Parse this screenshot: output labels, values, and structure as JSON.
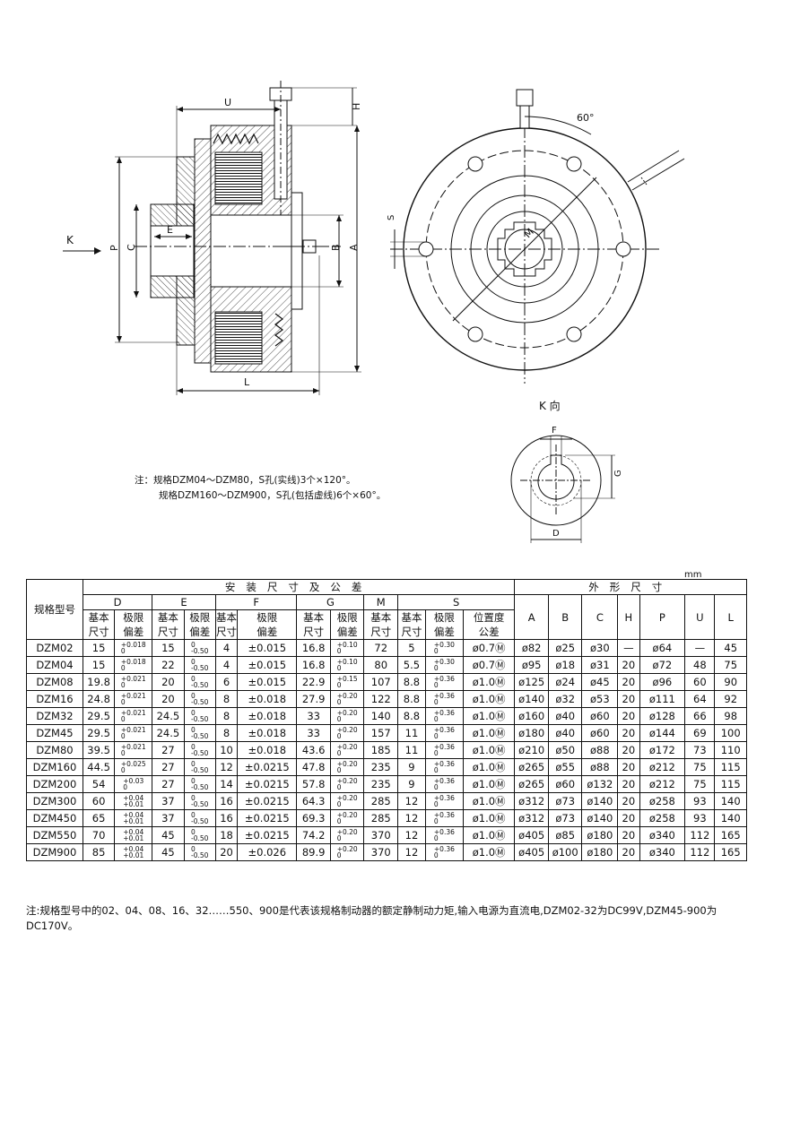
{
  "drawing": {
    "labels": {
      "U": "U",
      "H": "H",
      "K": "K",
      "P": "P",
      "C": "C",
      "E": "E",
      "B": "B",
      "A": "A",
      "L": "L",
      "S": "S",
      "M": "M",
      "F": "F",
      "G": "G",
      "D": "D",
      "angle": "60°",
      "k_view": "K 向"
    }
  },
  "notes": {
    "line1": "注：规格DZM04～DZM80，S孔(实线)3个×120°。",
    "line2": "规格DZM160～DZM900，S孔(包括虚线)6个×60°。"
  },
  "table": {
    "unit": "mm",
    "spec_header": "规格型号",
    "install_header": "安装尺寸及公差",
    "outline_header": "外形尺寸",
    "groups": [
      "D",
      "E",
      "F",
      "G",
      "M",
      "S"
    ],
    "sub": {
      "basic": "基本尺寸",
      "limit": "极限偏差",
      "position": "位置度公差"
    },
    "outline_cols": [
      "A",
      "B",
      "C",
      "H",
      "P",
      "U",
      "L"
    ],
    "rows": [
      {
        "model": "DZM02",
        "D": "15",
        "D_tol": [
          "+0.018",
          "0"
        ],
        "E": "15",
        "E_tol": [
          "0",
          "-0.50"
        ],
        "F": "4",
        "F_tol": "±0.015",
        "G": "16.8",
        "G_tol": [
          "+0.10",
          "0"
        ],
        "M": "72",
        "S": "5",
        "S_tol": [
          "+0.30",
          "0"
        ],
        "pos": "ø0.7Ⓜ",
        "A": "ø82",
        "B": "ø25",
        "C": "ø30",
        "H": "—",
        "P": "ø64",
        "U": "—",
        "L": "45"
      },
      {
        "model": "DZM04",
        "D": "15",
        "D_tol": [
          "+0.018",
          "0"
        ],
        "E": "22",
        "E_tol": [
          "0",
          "-0.50"
        ],
        "F": "4",
        "F_tol": "±0.015",
        "G": "16.8",
        "G_tol": [
          "+0.10",
          "0"
        ],
        "M": "80",
        "S": "5.5",
        "S_tol": [
          "+0.30",
          "0"
        ],
        "pos": "ø0.7Ⓜ",
        "A": "ø95",
        "B": "ø18",
        "C": "ø31",
        "H": "20",
        "P": "ø72",
        "U": "48",
        "L": "75"
      },
      {
        "model": "DZM08",
        "D": "19.8",
        "D_tol": [
          "+0.021",
          "0"
        ],
        "E": "20",
        "E_tol": [
          "0",
          "-0.50"
        ],
        "F": "6",
        "F_tol": "±0.015",
        "G": "22.9",
        "G_tol": [
          "+0.15",
          "0"
        ],
        "M": "107",
        "S": "8.8",
        "S_tol": [
          "+0.36",
          "0"
        ],
        "pos": "ø1.0Ⓜ",
        "A": "ø125",
        "B": "ø24",
        "C": "ø45",
        "H": "20",
        "P": "ø96",
        "U": "60",
        "L": "90"
      },
      {
        "model": "DZM16",
        "D": "24.8",
        "D_tol": [
          "+0.021",
          "0"
        ],
        "E": "20",
        "E_tol": [
          "0",
          "-0.50"
        ],
        "F": "8",
        "F_tol": "±0.018",
        "G": "27.9",
        "G_tol": [
          "+0.20",
          "0"
        ],
        "M": "122",
        "S": "8.8",
        "S_tol": [
          "+0.36",
          "0"
        ],
        "pos": "ø1.0Ⓜ",
        "A": "ø140",
        "B": "ø32",
        "C": "ø53",
        "H": "20",
        "P": "ø111",
        "U": "64",
        "L": "92"
      },
      {
        "model": "DZM32",
        "D": "29.5",
        "D_tol": [
          "+0.021",
          "0"
        ],
        "E": "24.5",
        "E_tol": [
          "0",
          "-0.50"
        ],
        "F": "8",
        "F_tol": "±0.018",
        "G": "33",
        "G_tol": [
          "+0.20",
          "0"
        ],
        "M": "140",
        "S": "8.8",
        "S_tol": [
          "+0.36",
          "0"
        ],
        "pos": "ø1.0Ⓜ",
        "A": "ø160",
        "B": "ø40",
        "C": "ø60",
        "H": "20",
        "P": "ø128",
        "U": "66",
        "L": "98"
      },
      {
        "model": "DZM45",
        "D": "29.5",
        "D_tol": [
          "+0.021",
          "0"
        ],
        "E": "24.5",
        "E_tol": [
          "0",
          "-0.50"
        ],
        "F": "8",
        "F_tol": "±0.018",
        "G": "33",
        "G_tol": [
          "+0.20",
          "0"
        ],
        "M": "157",
        "S": "11",
        "S_tol": [
          "+0.36",
          "0"
        ],
        "pos": "ø1.0Ⓜ",
        "A": "ø180",
        "B": "ø40",
        "C": "ø60",
        "H": "20",
        "P": "ø144",
        "U": "69",
        "L": "100"
      },
      {
        "model": "DZM80",
        "D": "39.5",
        "D_tol": [
          "+0.021",
          "0"
        ],
        "E": "27",
        "E_tol": [
          "0",
          "-0.50"
        ],
        "F": "10",
        "F_tol": "±0.018",
        "G": "43.6",
        "G_tol": [
          "+0.20",
          "0"
        ],
        "M": "185",
        "S": "11",
        "S_tol": [
          "+0.36",
          "0"
        ],
        "pos": "ø1.0Ⓜ",
        "A": "ø210",
        "B": "ø50",
        "C": "ø88",
        "H": "20",
        "P": "ø172",
        "U": "73",
        "L": "110"
      },
      {
        "model": "DZM160",
        "D": "44.5",
        "D_tol": [
          "+0.025",
          "0"
        ],
        "E": "27",
        "E_tol": [
          "0",
          "-0.50"
        ],
        "F": "12",
        "F_tol": "±0.0215",
        "G": "47.8",
        "G_tol": [
          "+0.20",
          "0"
        ],
        "M": "235",
        "S": "9",
        "S_tol": [
          "+0.36",
          "0"
        ],
        "pos": "ø1.0Ⓜ",
        "A": "ø265",
        "B": "ø55",
        "C": "ø88",
        "H": "20",
        "P": "ø212",
        "U": "75",
        "L": "115"
      },
      {
        "model": "DZM200",
        "D": "54",
        "D_tol": [
          "+0.03",
          "0"
        ],
        "E": "27",
        "E_tol": [
          "0",
          "-0.50"
        ],
        "F": "14",
        "F_tol": "±0.0215",
        "G": "57.8",
        "G_tol": [
          "+0.20",
          "0"
        ],
        "M": "235",
        "S": "9",
        "S_tol": [
          "+0.36",
          "0"
        ],
        "pos": "ø1.0Ⓜ",
        "A": "ø265",
        "B": "ø60",
        "C": "ø132",
        "H": "20",
        "P": "ø212",
        "U": "75",
        "L": "115"
      },
      {
        "model": "DZM300",
        "D": "60",
        "D_tol": [
          "+0.04",
          "+0.01"
        ],
        "E": "37",
        "E_tol": [
          "0",
          "-0.50"
        ],
        "F": "16",
        "F_tol": "±0.0215",
        "G": "64.3",
        "G_tol": [
          "+0.20",
          "0"
        ],
        "M": "285",
        "S": "12",
        "S_tol": [
          "+0.36",
          "0"
        ],
        "pos": "ø1.0Ⓜ",
        "A": "ø312",
        "B": "ø73",
        "C": "ø140",
        "H": "20",
        "P": "ø258",
        "U": "93",
        "L": "140"
      },
      {
        "model": "DZM450",
        "D": "65",
        "D_tol": [
          "+0.04",
          "+0.01"
        ],
        "E": "37",
        "E_tol": [
          "0",
          "-0.50"
        ],
        "F": "16",
        "F_tol": "±0.0215",
        "G": "69.3",
        "G_tol": [
          "+0.20",
          "0"
        ],
        "M": "285",
        "S": "12",
        "S_tol": [
          "+0.36",
          "0"
        ],
        "pos": "ø1.0Ⓜ",
        "A": "ø312",
        "B": "ø73",
        "C": "ø140",
        "H": "20",
        "P": "ø258",
        "U": "93",
        "L": "140"
      },
      {
        "model": "DZM550",
        "D": "70",
        "D_tol": [
          "+0.04",
          "+0.01"
        ],
        "E": "45",
        "E_tol": [
          "0",
          "-0.50"
        ],
        "F": "18",
        "F_tol": "±0.0215",
        "G": "74.2",
        "G_tol": [
          "+0.20",
          "0"
        ],
        "M": "370",
        "S": "12",
        "S_tol": [
          "+0.36",
          "0"
        ],
        "pos": "ø1.0Ⓜ",
        "A": "ø405",
        "B": "ø85",
        "C": "ø180",
        "H": "20",
        "P": "ø340",
        "U": "112",
        "L": "165"
      },
      {
        "model": "DZM900",
        "D": "85",
        "D_tol": [
          "+0.04",
          "+0.01"
        ],
        "E": "45",
        "E_tol": [
          "0",
          "-0.50"
        ],
        "F": "20",
        "F_tol": "±0.026",
        "G": "89.9",
        "G_tol": [
          "+0.20",
          "0"
        ],
        "M": "370",
        "S": "12",
        "S_tol": [
          "+0.36",
          "0"
        ],
        "pos": "ø1.0Ⓜ",
        "A": "ø405",
        "B": "ø100",
        "C": "ø180",
        "H": "20",
        "P": "ø340",
        "U": "112",
        "L": "165"
      }
    ]
  },
  "footer_note": "注:规格型号中的02、04、08、16、32……550、900是代表该规格制动器的额定静制动力矩,输入电源为直流电,DZM02-32为DC99V,DZM45-900为DC170V。"
}
